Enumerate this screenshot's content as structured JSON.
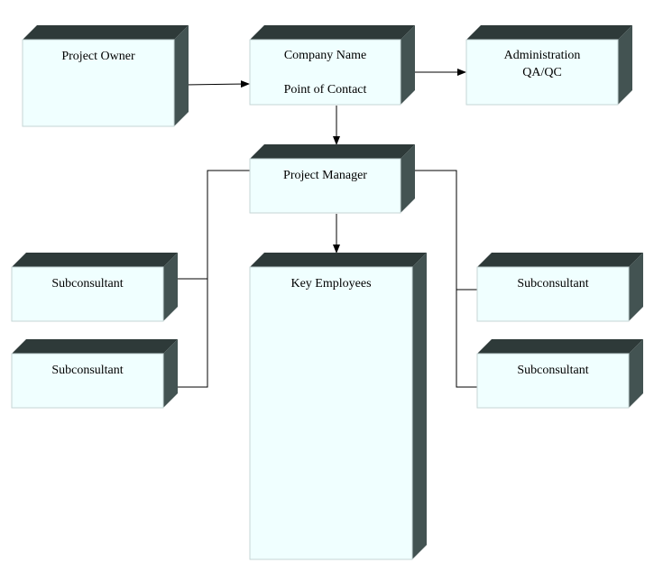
{
  "colors": {
    "face": "#f0ffff",
    "face_border": "#c6d6d6",
    "side": "#435352",
    "top": "#2e3a39",
    "line": "#000000"
  },
  "boxes": {
    "project_owner": {
      "lines": [
        "Project Owner"
      ]
    },
    "company": {
      "lines": [
        "Company Name",
        "Point of Contact"
      ]
    },
    "administration": {
      "lines": [
        "Administration",
        "QA/QC"
      ]
    },
    "project_manager": {
      "lines": [
        "Project Manager"
      ]
    },
    "key_employees": {
      "lines": [
        "Key Employees"
      ]
    },
    "sub_left_1": {
      "lines": [
        "Subconsultant"
      ]
    },
    "sub_left_2": {
      "lines": [
        "Subconsultant"
      ]
    },
    "sub_right_1": {
      "lines": [
        "Subconsultant"
      ]
    },
    "sub_right_2": {
      "lines": [
        "Subconsultant"
      ]
    }
  }
}
